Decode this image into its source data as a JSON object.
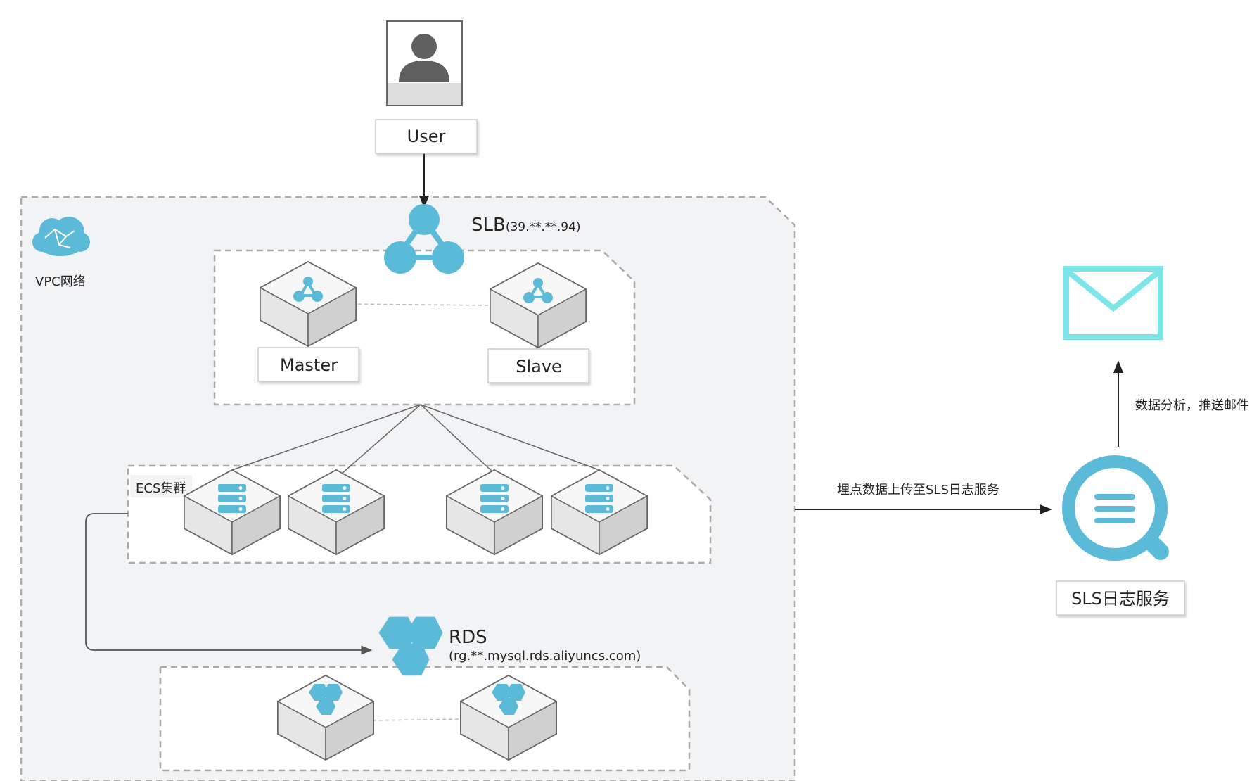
{
  "user": {
    "label": "User"
  },
  "vpc": {
    "label": "VPC网络"
  },
  "slb": {
    "label": "SLB",
    "address": "(39.**.**.94)"
  },
  "slb_nodes": {
    "master_label": "Master",
    "slave_label": "Slave"
  },
  "ecs": {
    "label": "ECS集群"
  },
  "rds": {
    "label": "RDS",
    "address": "(rg.**.mysql.rds.aliyuncs.com)"
  },
  "sls": {
    "label": "SLS日志服务"
  },
  "edges": {
    "upload_label": "埋点数据上传至SLS日志服务",
    "email_label": "数据分析，推送邮件"
  },
  "colors": {
    "accent": "#5bbad8",
    "mail": "#7ae6ea",
    "vpc_fill": "#f2f3f5",
    "dash": "#aaaaaa"
  }
}
